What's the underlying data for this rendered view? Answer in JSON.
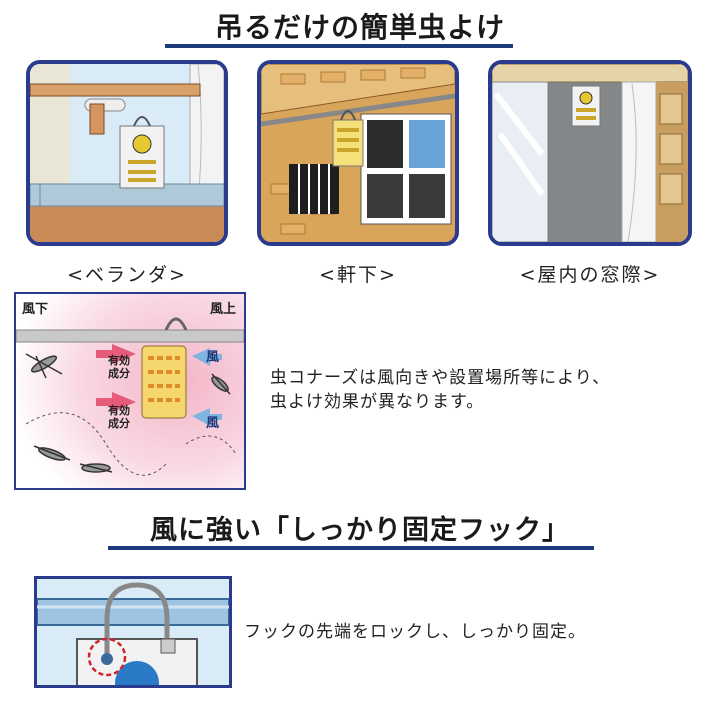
{
  "heading1": "吊るだけの簡単虫よけ",
  "captions": [
    "<ベランダ>",
    "<軒下>",
    "<屋内の窓際>"
  ],
  "wind_diagram": {
    "leeward_label": "風下",
    "windward_label": "風上",
    "wind_word": "風",
    "effect_labels": [
      "有効\n成分",
      "有効\n成分"
    ],
    "effect_line1": "有効",
    "effect_line2": "成分"
  },
  "wind_description": [
    "虫コナーズは風向きや設置場所等により、",
    "虫よけ効果が異なります。"
  ],
  "heading2": "風に強い「しっかり固定フック」",
  "hook_description": "フックの先端をロックし、しっかり固定。"
}
